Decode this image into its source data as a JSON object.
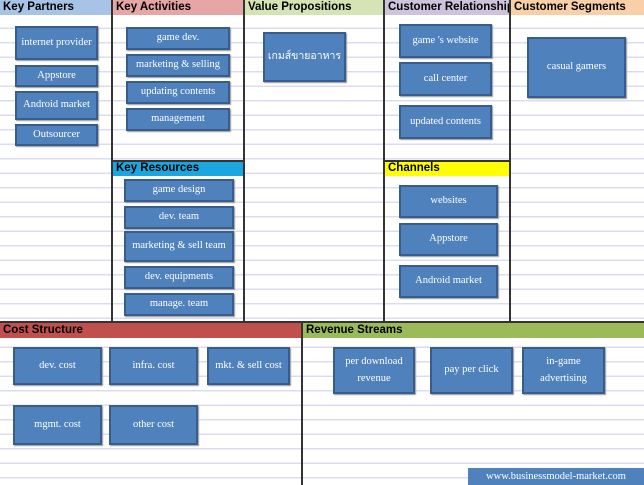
{
  "headers": {
    "key_partners": "Key Partners",
    "key_activities": "Key Activities",
    "value_propositions": "Value Propositions",
    "customer_relationships": "Customer Relationship",
    "customer_segments": "Customer Segments",
    "key_resources": "Key Resources",
    "channels": "Channels",
    "cost_structure": "Cost Structure",
    "revenue_streams": "Revenue Streams"
  },
  "key_partners": [
    "internet provider",
    "Appstore",
    "Android market",
    "Outsourcer"
  ],
  "key_activities": [
    "game dev.",
    "marketing & selling",
    "updating contents",
    "management"
  ],
  "value_propositions": [
    "เกมส์ขายอาหาร"
  ],
  "customer_relationships": [
    "game 's website",
    "call center",
    "updated contents"
  ],
  "customer_segments": [
    "casual gamers"
  ],
  "key_resources": [
    "game design",
    "dev. team",
    "marketing & sell team",
    "dev. equipments",
    "manage. team"
  ],
  "channels": [
    "websites",
    "Appstore",
    "Android market"
  ],
  "cost_structure": [
    "dev. cost",
    "infra. cost",
    "mkt. & sell cost",
    "mgmt. cost",
    "other cost"
  ],
  "revenue_streams": [
    "per download revenue",
    "pay per click",
    "in-game advertising"
  ],
  "footer_link": "www.businessmodel-market.com",
  "colors": {
    "box": "#4f81bd",
    "kp": "#a7c3e6",
    "ka": "#e6a6a6",
    "vp": "#d4e4b4",
    "cr": "#cdc3dd",
    "cs": "#f8cfa6",
    "kr": "#1aa7e0",
    "ch": "#ffff00",
    "cost": "#c0504d",
    "rev": "#9bbb59"
  }
}
